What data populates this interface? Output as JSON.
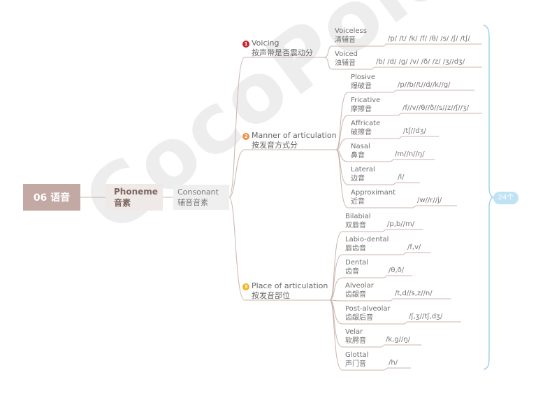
{
  "colors": {
    "root_bg": "#c2a9a4",
    "phoneme_bg": "#efe9e7",
    "consonant_bg": "#efefef",
    "branch_line": "#cbb4ad",
    "summary_brace": "#9fd3ea",
    "badge_1": "#c8212f",
    "badge_2": "#ef8d3a",
    "badge_3": "#f1b51d"
  },
  "watermark": "CocoPolaris",
  "root": {
    "label": "06 语音"
  },
  "phoneme": {
    "en": "Phoneme",
    "zh": "音素"
  },
  "consonant": {
    "en": "Consonant",
    "zh": "辅音音素"
  },
  "categories": [
    {
      "num": "1",
      "en": "Voicing",
      "zh": "按声带是否震动分",
      "items": [
        {
          "en": "Voiceless",
          "zh": "清辅音",
          "ipa": "/p/ /t/ /k/ /f/ /θ/ /s/ /ʃ/ /tʃ/"
        },
        {
          "en": "Voiced",
          "zh": "浊辅音",
          "ipa": "/b/ /d/ /g/ /v/ /ð/ /z/ /ʒ//dʒ/"
        }
      ]
    },
    {
      "num": "2",
      "en": "Manner of articulation",
      "zh": "按发音方式分",
      "items": [
        {
          "en": "Plosive",
          "zh": "爆破音",
          "ipa": "/p//b//t//d//k//g/"
        },
        {
          "en": "Fricative",
          "zh": "摩擦音",
          "ipa": "/f//v//θ//ð//s//z//ʃ//ʒ/"
        },
        {
          "en": "Affricate",
          "zh": "破擦音",
          "ipa": "/tʃ//dʒ/"
        },
        {
          "en": "Nasal",
          "zh": "鼻音",
          "ipa": "/m//n//ŋ/"
        },
        {
          "en": "Lateral",
          "zh": "边音",
          "ipa": "/l/"
        },
        {
          "en": "Approximant",
          "zh": "近音",
          "ipa": "/w//r//j/"
        }
      ]
    },
    {
      "num": "3",
      "en": "Place of articulation",
      "zh": "按发音部位",
      "items": [
        {
          "en": "Bilabial",
          "zh": "双唇音",
          "ipa": "/p,b//m/"
        },
        {
          "en": "Labio-dental",
          "zh": "唇齿音",
          "ipa": "/f,v/"
        },
        {
          "en": "Dental",
          "zh": "齿音",
          "ipa": "/θ,ð/"
        },
        {
          "en": "Alveolar",
          "zh": "齿龈音",
          "ipa": "/t,d//s,z//n/"
        },
        {
          "en": "Post-alveolar",
          "zh": "齿龈后音",
          "ipa": "/ʃ,ʒ//tʃ,dʒ/"
        },
        {
          "en": "Velar",
          "zh": "软腭音",
          "ipa": "/k,g//ŋ/"
        },
        {
          "en": "Glottal",
          "zh": "声门音",
          "ipa": "/h/"
        }
      ]
    }
  ],
  "summary": {
    "label": "24个"
  }
}
